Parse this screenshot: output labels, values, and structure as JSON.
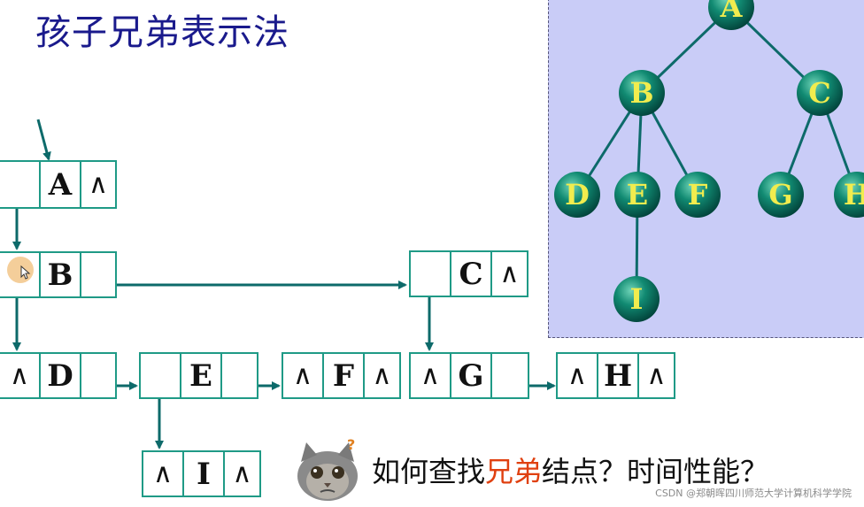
{
  "title": "孩子兄弟表示法",
  "tree": {
    "nodes": [
      "A",
      "B",
      "C",
      "D",
      "E",
      "F",
      "G",
      "H",
      "I"
    ]
  },
  "list_nodes": [
    {
      "id": "A",
      "cells": [
        "",
        "A",
        "∧"
      ]
    },
    {
      "id": "B",
      "cells": [
        "",
        "B",
        ""
      ]
    },
    {
      "id": "C",
      "cells": [
        "",
        "C",
        "∧"
      ]
    },
    {
      "id": "D",
      "cells": [
        "∧",
        "D",
        ""
      ]
    },
    {
      "id": "E",
      "cells": [
        "",
        "E",
        ""
      ]
    },
    {
      "id": "F",
      "cells": [
        "∧",
        "F",
        "∧"
      ]
    },
    {
      "id": "G",
      "cells": [
        "∧",
        "G",
        ""
      ]
    },
    {
      "id": "H",
      "cells": [
        "∧",
        "H",
        "∧"
      ]
    },
    {
      "id": "I",
      "cells": [
        "∧",
        "I",
        "∧"
      ]
    }
  ],
  "question": {
    "before": "如何查找",
    "highlight": "兄弟",
    "after": "结点？时间性能？"
  },
  "watermark": "CSDN @郑朝晖四川师范大学计算机科学学院",
  "colors": {
    "title": "#1a1a8c",
    "node_border": "#1f9a86",
    "arrow": "#0d6a6a",
    "tree_bg": "#c9ccf7",
    "tree_node": "#0c7466",
    "tree_label": "#f1ec4e",
    "highlight": "#e04010"
  }
}
